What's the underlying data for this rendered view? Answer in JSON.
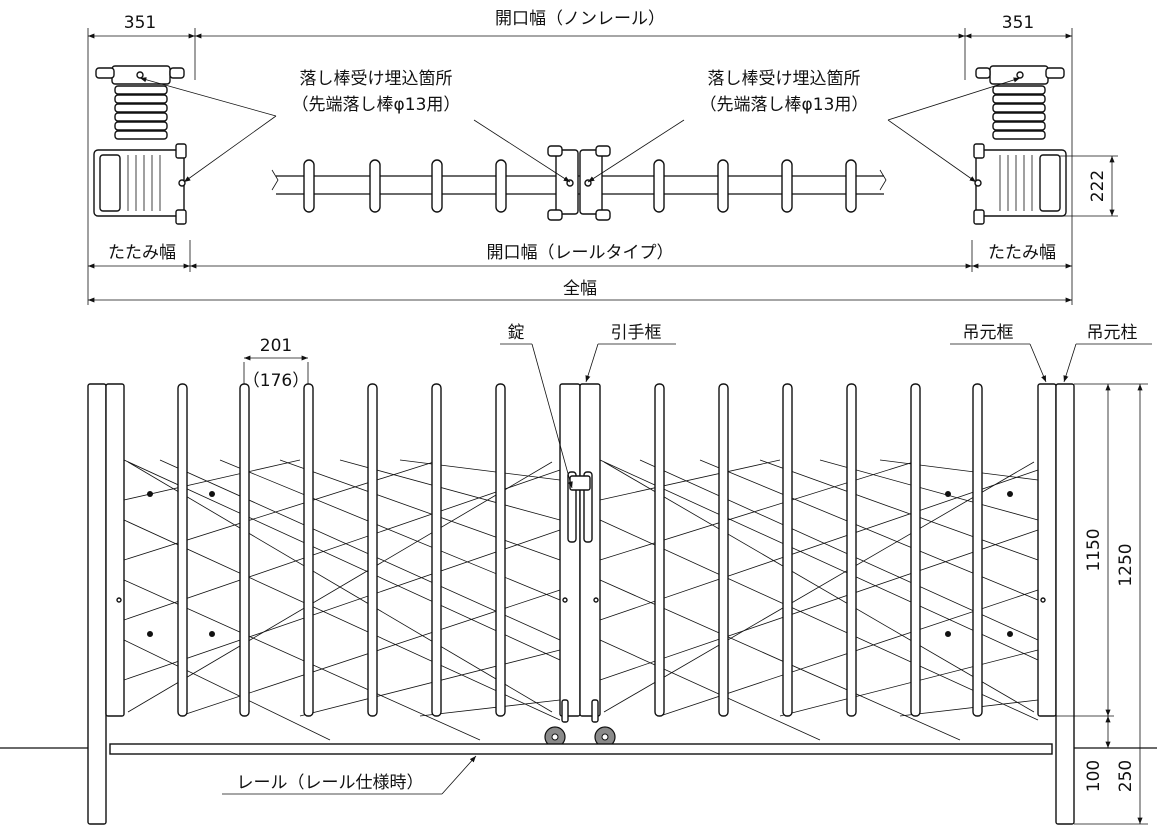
{
  "plan_view": {
    "dim_left": "351",
    "dim_right": "351",
    "open_width_nonrail": "開口幅（ノンレール）",
    "open_width_rail": "開口幅（レールタイプ）",
    "fold_width_left": "たたみ幅",
    "fold_width_right": "たたみ幅",
    "total_width": "全幅",
    "depth_dim": "222",
    "drop_rod_left_line1": "落し棒受け埋込箇所",
    "drop_rod_left_line2": "（先端落し棒φ13用）",
    "drop_rod_right_line1": "落し棒受け埋込箇所",
    "drop_rod_right_line2": "（先端落し棒φ13用）"
  },
  "elevation": {
    "pitch_dim": "201",
    "pitch_dim_alt": "（176）",
    "lock": "錠",
    "pull_frame": "引手框",
    "hinge_frame": "吊元框",
    "hinge_post": "吊元柱",
    "height_1150": "1150",
    "height_1250": "1250",
    "height_100": "100",
    "height_250": "250",
    "rail_note": "レール（レール仕様時）"
  },
  "colors": {
    "line": "#111111",
    "background": "#ffffff",
    "caster": "#8a8a8a"
  }
}
